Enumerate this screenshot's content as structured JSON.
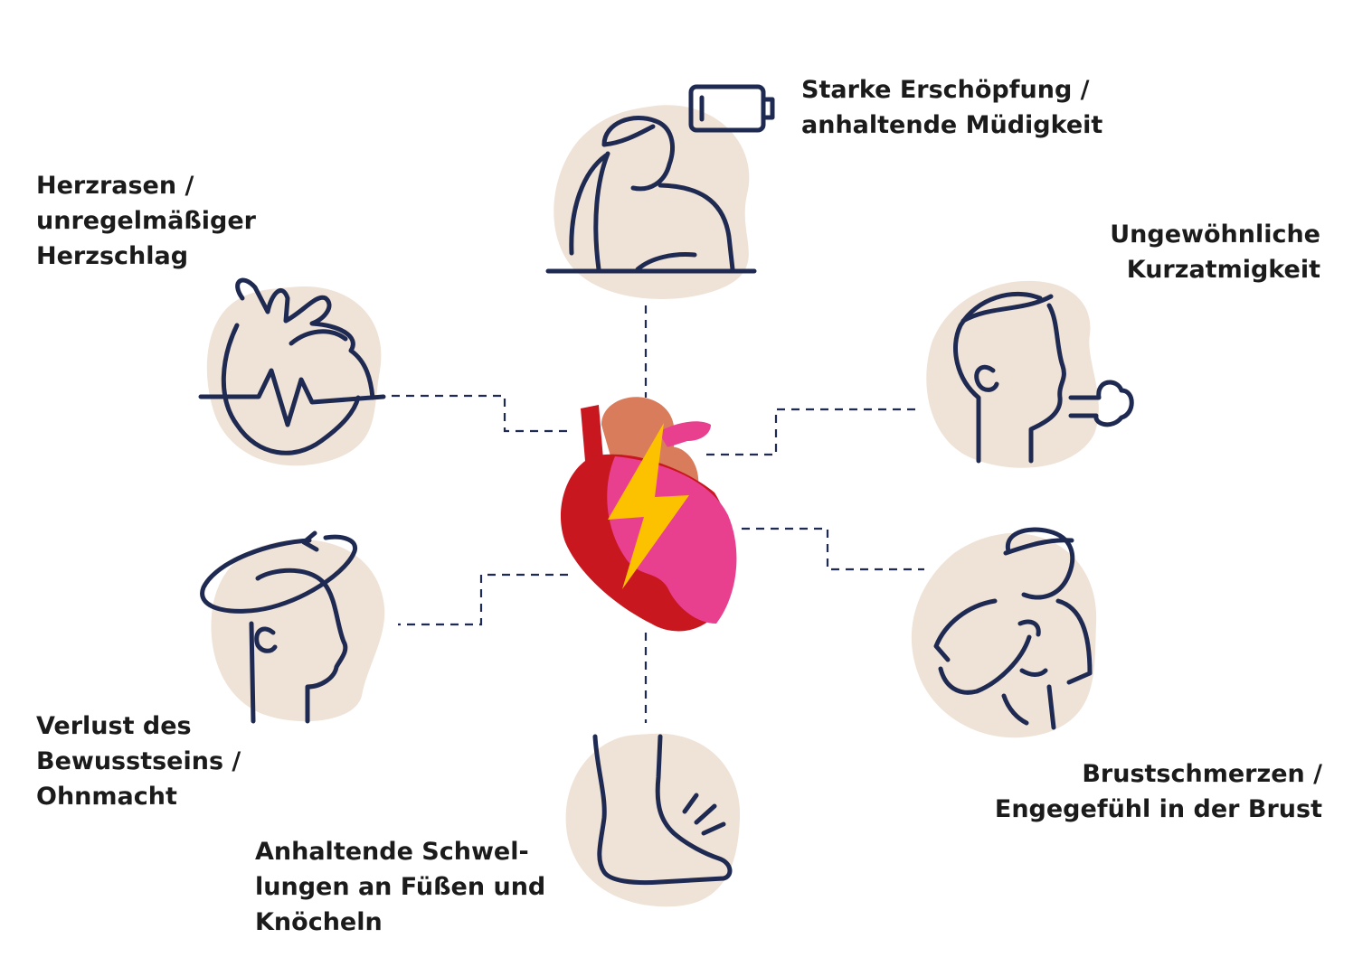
{
  "symptoms": {
    "fatigue": {
      "lines": [
        "Starke Erschöpfung /",
        "anhaltende Müdigkeit"
      ]
    },
    "palpitations": {
      "lines": [
        "Herzrasen /",
        "unregelmäßiger",
        "Herzschlag"
      ]
    },
    "breath": {
      "lines": [
        "Ungewöhnliche",
        "Kurzatmigkeit"
      ]
    },
    "fainting": {
      "lines": [
        "Verlust des",
        "Bewusstseins /",
        "Ohnmacht"
      ]
    },
    "chest": {
      "lines": [
        "Brustschmerzen /",
        "Engegefühl in der Brust"
      ]
    },
    "swelling": {
      "lines": [
        "Anhaltende Schwel-",
        "lungen an Füßen und",
        "Knöcheln"
      ]
    }
  },
  "colors": {
    "line": "#1f2a52",
    "blob": "#efe2d6",
    "heart_dark": "#c8171f",
    "heart_pink": "#e8408f",
    "heart_vessel": "#d97c5c",
    "bolt": "#fcc200"
  },
  "icons": {
    "center": "heart-lightning-icon",
    "fatigue": "tired-person-battery-icon",
    "palpitations": "heart-ecg-icon",
    "breath": "person-breathing-icon",
    "fainting": "dizzy-head-icon",
    "chest": "chest-pain-person-icon",
    "swelling": "swollen-foot-icon"
  }
}
